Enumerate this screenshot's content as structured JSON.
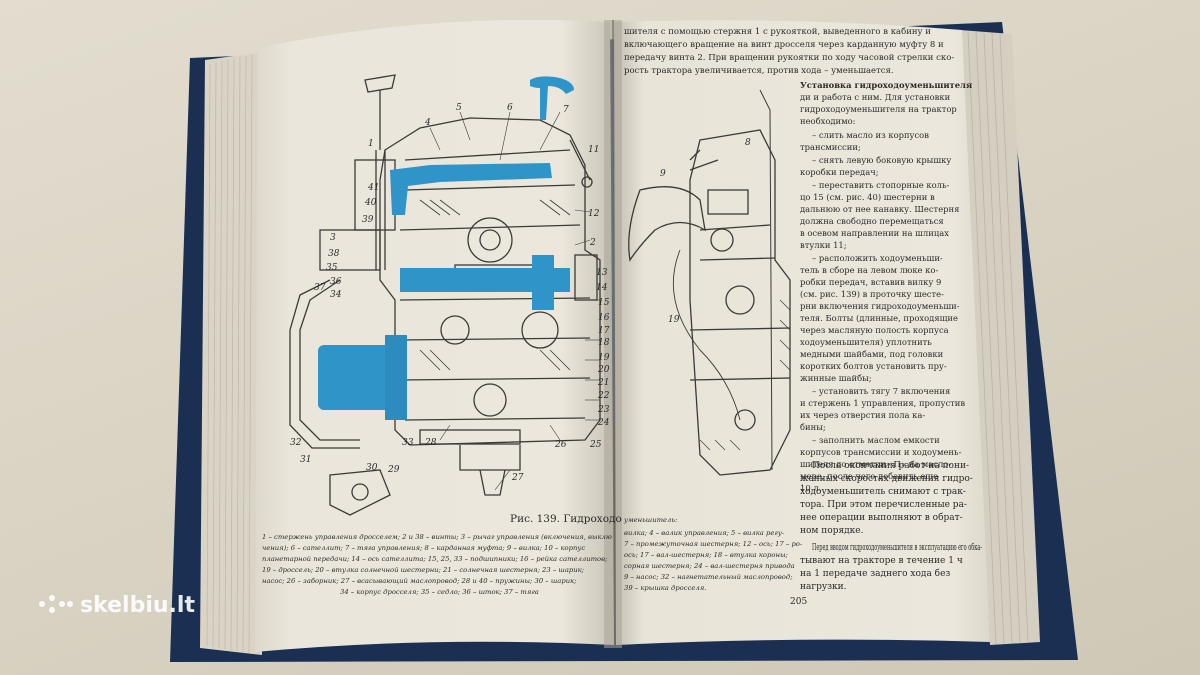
{
  "left_page": {
    "figure_caption_title": "Рис. 139. Гидроходо",
    "legend_lines": [
      "1 – стержень управления дросселем; 2 и 38 – винты; 3 – рычаг управления (включения, выклю",
      "чения); 6 – сателлит; 7 – тяга управления; 8 – карданная муфта; 9 – вилка; 10 – корпус",
      "планетарной передачи; 14 – ось сателлита; 15, 25, 33 – подшипники; 16 – рейка сателлитов;",
      "19 – дроссель; 20 – втулка солнечной шестерни; 21 – солнечная шестерня; 23 – шарик;",
      "насос; 26 – заборник; 27 – всасывающий маслопровод; 28 и 40 – пружины; 30 – шарик;",
      "34 – корпус дросселя; 35 – седло; 36 – шток; 37 – тяга"
    ],
    "callouts": [
      "5",
      "6",
      "7",
      "4",
      "41",
      "1",
      "11",
      "12",
      "2",
      "40",
      "39",
      "13",
      "3",
      "38",
      "14",
      "35",
      "15",
      "36",
      "16",
      "34",
      "17",
      "18",
      "37",
      "19",
      "20",
      "21",
      "22",
      "23",
      "24",
      "25",
      "26",
      "27",
      "28",
      "31",
      "32",
      "33",
      "30",
      "29"
    ]
  },
  "right_page": {
    "top_lines": [
      "шителя с помощью стержня 1 с рукояткой, выведенного в кабину и",
      "включающего вращение на винт дросселя через карданную муфту 8 и",
      "передачу винта 2. При вращении рукоятки по ходу часовой стрелки ско-",
      "рость трактора увеличивается, против хода – уменьшается."
    ],
    "section_heading": "Установка гидроходоуменьши-теля и работа с ним.",
    "text_lines": [
      "Установка гидроходоуменьшителя",
      "ди и работа с ним. Для установки",
      "гидроходоуменьшителя на трактор",
      "необходимо:",
      "– слить масло из корпусов",
      "трансмиссии;",
      "– снять левую боковую крышку",
      "коробки передач;",
      "– переставить стопорные коль-",
      "цо 15 (см. рис. 40) шестерни в",
      "дальнюю от нее канавку. Шестерня",
      "должна свободно перемещаться",
      "в осевом направлении на шлицах",
      "втулки 11;",
      "– расположить ходоуменьши-",
      "тель в сборе на левом люке ко-",
      "робки передач, вставив вилку 9",
      "(см. рис. 139) в проточку шесте-",
      "рни включения гидроходоуменьши-",
      "теля. Болты (длинные, проходящие",
      "через масляную полость корпуса",
      "ходоуменьшителя) уплотнить",
      "медными шайбами, под головки",
      "коротких болтов установить пру-",
      "жинные шайбы;",
      "– установить тягу 7 включения",
      "и стержень 1 управления, пропустив",
      "их через отверстия пола ка-",
      "бины;",
      "– заполнить маслом емкости",
      "корпусов трансмиссии и ходоумень-",
      "шителя до отметки «П» на масло-",
      "мере, после чего добавить еще",
      "10 л."
    ],
    "para2_lines": [
      "После окончания работ на пони-",
      "женных скоростях движения гидро-",
      "ходоуменьшитель снимают с трак-",
      "тора. При этом перечисленные ра-",
      "нее операции выполняют в обрат-",
      "ном порядке."
    ],
    "para3_lines": [
      "Перед вводом гидроходоуменьшителя в эксплуатацию его обка-",
      "тывают на тракторе в течение 1 ч",
      "на 1 передаче заднего хода без",
      "нагрузки."
    ],
    "legend_cont_lines": [
      "уменьшитель:",
      "вилка; 4 – валик управления; 5 – вилка регу-",
      "7 – промежуточная шестерня; 12 – ось; 17 – ро-",
      "ось; 17 – вал-шестерня; 18 – втулка короны;",
      "сорная шестерня; 24 – вал-шестерня привода",
      "9 – насос; 32 – нагнетательный маслопровод;",
      "39 – крышка дросселя."
    ],
    "callouts": [
      "8",
      "9",
      "19"
    ],
    "page_number": "205"
  },
  "watermark": {
    "brand": "skelbiu.lt"
  },
  "colors": {
    "cyan_part": "#2f95c9",
    "paper": "#ece8dc",
    "ink": "#2b2a2a",
    "cover": "#1a2f52",
    "background": "#d9d4c5"
  }
}
